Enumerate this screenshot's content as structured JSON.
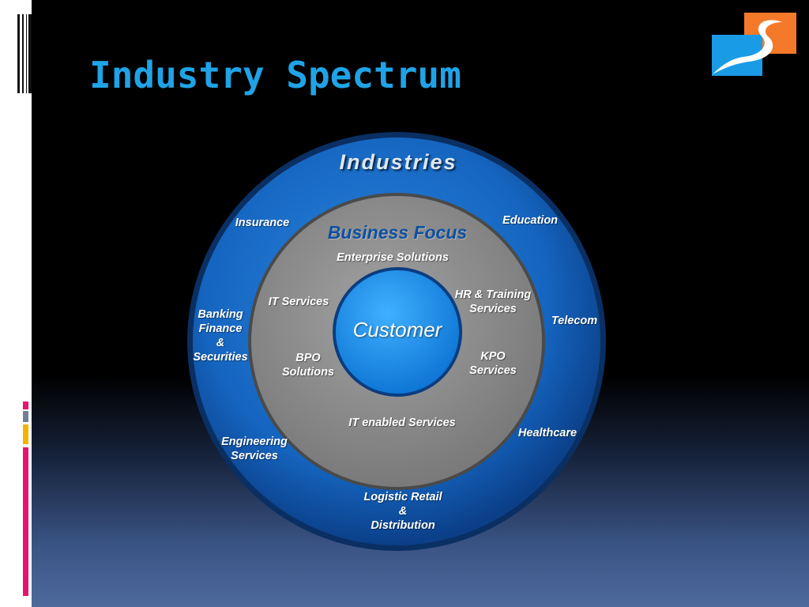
{
  "slide": {
    "title": "Industry Spectrum"
  },
  "colors": {
    "title": "#1fa3e6",
    "outer_ring": "#1565c0",
    "middle_ring": "#8c8c8c",
    "inner_circle": "#1e90e8",
    "accent_pink": "#e8136f",
    "accent_yellow": "#f2b300",
    "logo_orange": "#f47a2a",
    "logo_blue": "#1a9be6"
  },
  "diagram": {
    "outer_ring_title": "Industries",
    "middle_ring_title": "Business Focus",
    "center": "Customer",
    "industries": [
      "Insurance",
      "Education",
      "Banking\nFinance\n&\nSecurities",
      "Telecom",
      "Engineering\nServices",
      "Healthcare",
      "Logistic Retail\n&\nDistribution"
    ],
    "business_focus": [
      "Enterprise Solutions",
      "IT Services",
      "HR & Training\nServices",
      "BPO\nSolutions",
      "KPO\nServices",
      "IT enabled Services"
    ]
  },
  "icons": {
    "logo": "s-logo-icon"
  }
}
